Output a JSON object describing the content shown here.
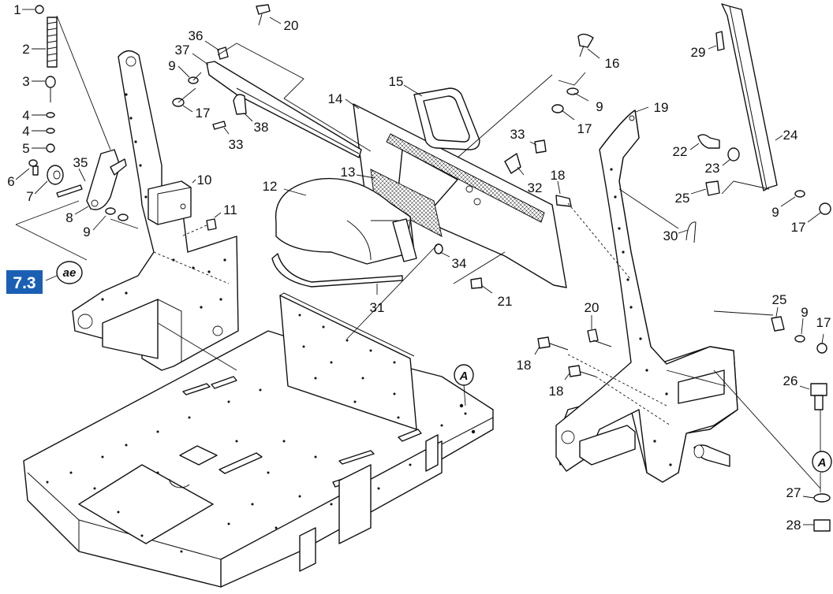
{
  "section_badge": {
    "text": "7.3",
    "color": "#1a5fb4"
  },
  "reference_marks": [
    {
      "id": "ae",
      "text": "ae"
    },
    {
      "id": "A1",
      "text": "A"
    },
    {
      "id": "A2",
      "text": "A"
    }
  ],
  "callouts": [
    {
      "id": "c1",
      "text": "1"
    },
    {
      "id": "c2",
      "text": "2"
    },
    {
      "id": "c3",
      "text": "3"
    },
    {
      "id": "c4a",
      "text": "4"
    },
    {
      "id": "c4b",
      "text": "4"
    },
    {
      "id": "c5",
      "text": "5"
    },
    {
      "id": "c6",
      "text": "6"
    },
    {
      "id": "c7",
      "text": "7"
    },
    {
      "id": "c8",
      "text": "8"
    },
    {
      "id": "c9a",
      "text": "9"
    },
    {
      "id": "c35",
      "text": "35"
    },
    {
      "id": "c10",
      "text": "10"
    },
    {
      "id": "c11",
      "text": "11"
    },
    {
      "id": "c20a",
      "text": "20"
    },
    {
      "id": "c36",
      "text": "36"
    },
    {
      "id": "c37",
      "text": "37"
    },
    {
      "id": "c9b",
      "text": "9"
    },
    {
      "id": "c17a",
      "text": "17"
    },
    {
      "id": "c38",
      "text": "38"
    },
    {
      "id": "c33a",
      "text": "33"
    },
    {
      "id": "c15",
      "text": "15"
    },
    {
      "id": "c14",
      "text": "14"
    },
    {
      "id": "c13",
      "text": "13"
    },
    {
      "id": "c12",
      "text": "12"
    },
    {
      "id": "c16",
      "text": "16"
    },
    {
      "id": "c9c",
      "text": "9"
    },
    {
      "id": "c17b",
      "text": "17"
    },
    {
      "id": "c33b",
      "text": "33"
    },
    {
      "id": "c32",
      "text": "32"
    },
    {
      "id": "c18a",
      "text": "18"
    },
    {
      "id": "c34",
      "text": "34"
    },
    {
      "id": "c31",
      "text": "31"
    },
    {
      "id": "c21",
      "text": "21"
    },
    {
      "id": "c19",
      "text": "19"
    },
    {
      "id": "c29",
      "text": "29"
    },
    {
      "id": "c24",
      "text": "24"
    },
    {
      "id": "c22",
      "text": "22"
    },
    {
      "id": "c23",
      "text": "23"
    },
    {
      "id": "c25a",
      "text": "25"
    },
    {
      "id": "c9d",
      "text": "9"
    },
    {
      "id": "c17c",
      "text": "17"
    },
    {
      "id": "c30",
      "text": "30"
    },
    {
      "id": "c20b",
      "text": "20"
    },
    {
      "id": "c18b",
      "text": "18"
    },
    {
      "id": "c18c",
      "text": "18"
    },
    {
      "id": "c25b",
      "text": "25"
    },
    {
      "id": "c9e",
      "text": "9"
    },
    {
      "id": "c17d",
      "text": "17"
    },
    {
      "id": "c26",
      "text": "26"
    },
    {
      "id": "c27",
      "text": "27"
    },
    {
      "id": "c28",
      "text": "28"
    }
  ]
}
